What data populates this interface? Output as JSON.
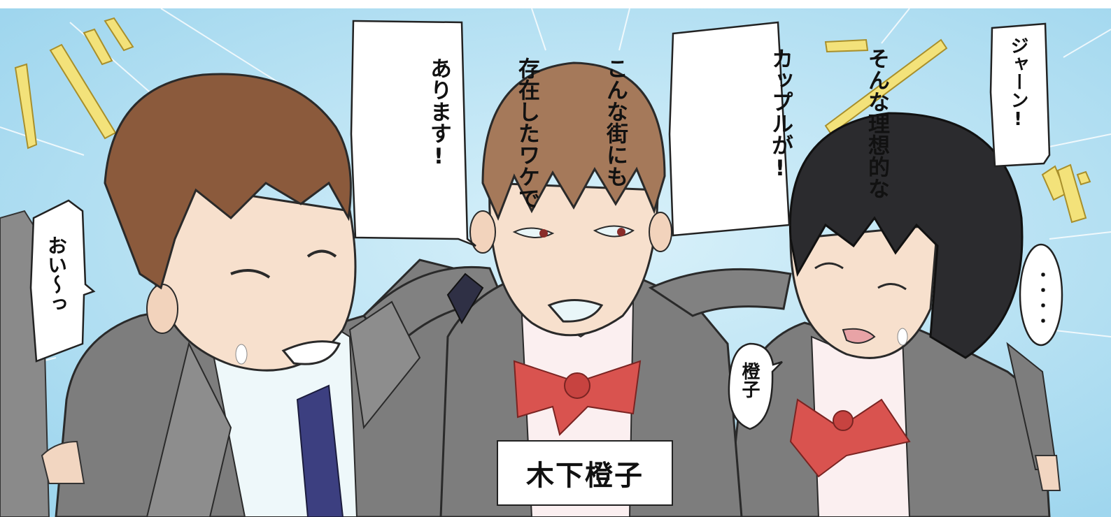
{
  "panel": {
    "sfx_bam": "バ",
    "sfx_jaan": "ジャーン!",
    "sfx_zu": "ッ",
    "caption_name": "木下橙子",
    "balloons": {
      "center": [
        "こんな街にも",
        "存在したワケで",
        "あります!"
      ],
      "right": [
        "そんな理想的な",
        "カップルが!"
      ],
      "left": "おい〜っ",
      "small": "橙子",
      "dots": "・・・・"
    }
  },
  "colors": {
    "sky": "#bfe6f5",
    "suit": "#7d7d7d",
    "brown_hair": "#8b5a3c",
    "ponytail_hair": "#a5795a",
    "black_hair": "#2b2b2e",
    "skin": "#f7e0cd",
    "bow": "#d9534f",
    "tie": "#3c3f80",
    "sfx_yellow": "#f3e27a"
  }
}
